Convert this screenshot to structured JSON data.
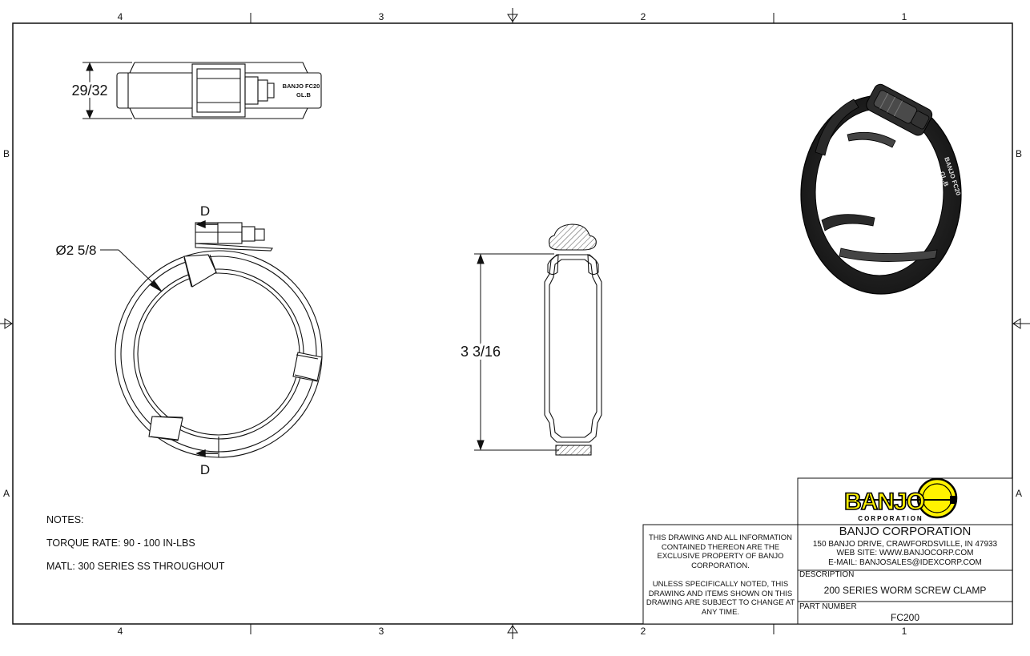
{
  "zones": {
    "top": [
      "4",
      "3",
      "2",
      "1"
    ],
    "bottom": [
      "4",
      "3",
      "2",
      "1"
    ],
    "left": [
      "B",
      "A"
    ],
    "right": [
      "B",
      "A"
    ]
  },
  "dimensions": {
    "width": "29/32",
    "diameter": "Ø2 5/8",
    "height": "3 3/16"
  },
  "section_labels": {
    "top": "D",
    "bottom": "D"
  },
  "band_marking": {
    "line1": "BANJO FC20",
    "line2": "GL.B"
  },
  "notes": {
    "heading": "NOTES:",
    "torque": "TORQUE RATE: 90 - 100 IN-LBS",
    "material": "MATL: 300 SERIES SS THROUGHOUT"
  },
  "title_block": {
    "logo_text": "BANJO",
    "logo_sub": "CORPORATION",
    "company": "BANJO CORPORATION",
    "address": "150 BANJO DRIVE, CRAWFORDSVILLE, IN 47933",
    "website": "WEB SITE: WWW.BANJOCORP.COM",
    "email": "E-MAIL: BANJOSALES@IDEXCORP.COM",
    "description_label": "DESCRIPTION",
    "description": "200 SERIES WORM SCREW CLAMP",
    "part_number_label": "PART NUMBER",
    "part_number": "FC200",
    "property_notice": "THIS DRAWING AND ALL INFORMATION CONTAINED THEREON ARE THE EXCLUSIVE PROPERTY OF BANJO CORPORATION.",
    "change_notice": "UNLESS SPECIFICALLY NOTED, THIS DRAWING AND ITEMS SHOWN ON THIS DRAWING ARE SUBJECT TO CHANGE AT ANY TIME.",
    "logo_color": "#FFF200"
  }
}
